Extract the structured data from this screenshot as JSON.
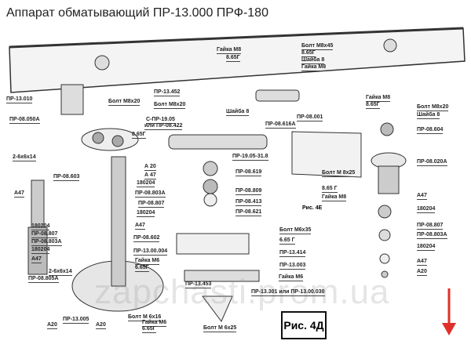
{
  "title": "Аппарат обматывающий ПР-13.000 ПРФ-180",
  "figure_label": "Рис. 4Д",
  "figure_label_secondary": "Рис. 4Е",
  "watermark": "zapchasti.prom.ua",
  "labels": [
    "ПР-13.010",
    "Болт М8х20",
    "ПР-08.050А",
    "8.65Г",
    "2-6х6х14",
    "ПР-08.603",
    "А47",
    "180204",
    "ПР-08.807",
    "ПР-08.803А",
    "180204",
    "А47",
    "2-6х6х14",
    "ПР-08.805А",
    "А20",
    "ПР-13.005",
    "А20",
    "Гайка М8",
    "8.65Г",
    "ПР-13.452",
    "Болт М8х20",
    "Шайба 8",
    "С-ПР-19.05",
    "или ПР-08.422",
    "ПР-08.616А",
    "ПР-08.001",
    "ПР-19.05-31.8",
    "А 20",
    "А 47",
    "180204",
    "ПР-08.803А",
    "ПР-08.807",
    "180204",
    "А47",
    "ПР-08.619",
    "ПР-08.809",
    "ПР-08.413",
    "ПР-08.621",
    "ПР-08.602",
    "ПР-13.00.004",
    "Гайка М6",
    "6.65Г",
    "Болт М6х35",
    "6.65 Г",
    "ПР-13.414",
    "ПР-13.003",
    "Гайка М6",
    "ПР-13.453",
    "ПР-13.301 или ПР-13.00.030",
    "Болт М 6х16",
    "Гайка М6",
    "6.65Г",
    "Болт М 6х25",
    "Болт М8х45",
    "8.65Г",
    "Шайба 8",
    "Гайка М8",
    "Гайка М8",
    "8.65Г",
    "Болт М8х20",
    "Шайба 8",
    "ПР-08.604",
    "ПР-08.020А",
    "Болт М 8х25",
    "8.65 Г",
    "Гайка М8",
    "А47",
    "180204",
    "ПР-08.807",
    "ПР-08.803А",
    "180204",
    "А47",
    "А20"
  ],
  "colors": {
    "arrow": "#e0302a",
    "ink": "#222222"
  }
}
